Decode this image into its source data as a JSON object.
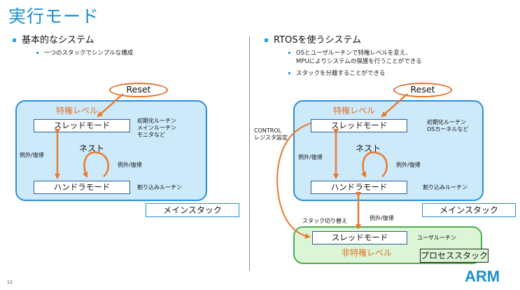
{
  "title": "実行モード",
  "page_number": "13",
  "logo": "ARM",
  "left": {
    "heading": "基本的なシステム",
    "bullets": [
      "一つのスタックでシンプルな構成"
    ],
    "reset": "Reset",
    "privileged_label": "特権レベル",
    "thread_mode": "スレッドモード",
    "handler_mode": "ハンドラモード",
    "thread_note": [
      "初期化ルーチン",
      "メインルーチン",
      "モニタなど"
    ],
    "handler_note": "割り込みルーチン",
    "exception_return": "例外/復帰",
    "nest": "ネスト",
    "nest_exception": "例外/復帰",
    "main_stack": "メインスタック"
  },
  "right": {
    "heading": "RTOSを使うシステム",
    "bullets": [
      "OSとユーザルーチンで特権レベルを変え、",
      "MPUによりシステムの保護を行うことができる",
      "スタックを分離することができる"
    ],
    "reset": "Reset",
    "privileged_label": "特権レベル",
    "thread_mode": "スレッドモード",
    "handler_mode": "ハンドラモード",
    "thread_note": [
      "初期化ルーチン",
      "OSカーネルなど"
    ],
    "handler_note": "割り込みルーチン",
    "exception_return": "例外/復帰",
    "nest": "ネスト",
    "nest_exception": "例外/復帰",
    "main_stack": "メインスタック",
    "control_register": [
      "CONTROL",
      "レジスタ設定"
    ],
    "stack_switch": "スタック切り替え",
    "exception_return_lower": "例外/復帰",
    "user_thread_mode": "スレッドモード",
    "user_routine": "ユーザルーチン",
    "unprivileged_label": "非特権レベル",
    "process_stack": "プロセススタック"
  },
  "colors": {
    "accent_blue": "#1a8fd0",
    "arrow_orange": "#e87a2e",
    "privileged_fill": "#cdeafb",
    "unprivileged_fill": "#dcf5d6"
  }
}
